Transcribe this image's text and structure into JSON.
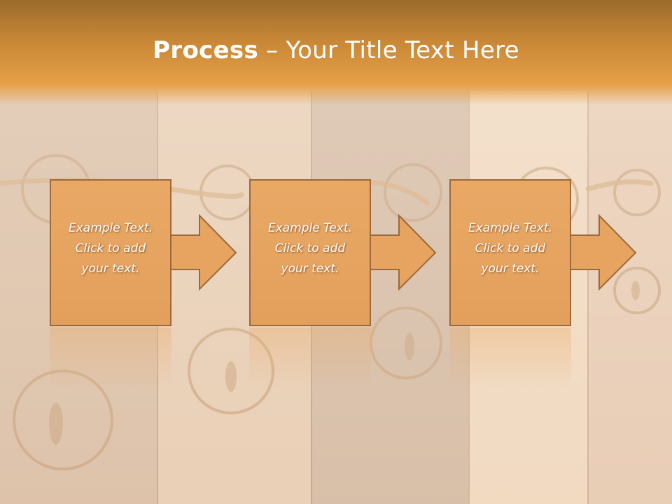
{
  "slide": {
    "title_bold": "Process",
    "title_rest": " – Your Title Text Here"
  },
  "steps": [
    {
      "text": "Example Text.\nClick  to add\nyour text."
    },
    {
      "text": "Example Text.\nClick  to add\nyour text."
    },
    {
      "text": "Example Text.\nClick  to add\nyour text."
    }
  ],
  "colors": {
    "title_band": "#c98837",
    "box_fill": "#e6a460",
    "box_border": "#9c6a3a",
    "background": "#e6c9ad"
  },
  "icons": [
    "right-arrow-icon"
  ]
}
